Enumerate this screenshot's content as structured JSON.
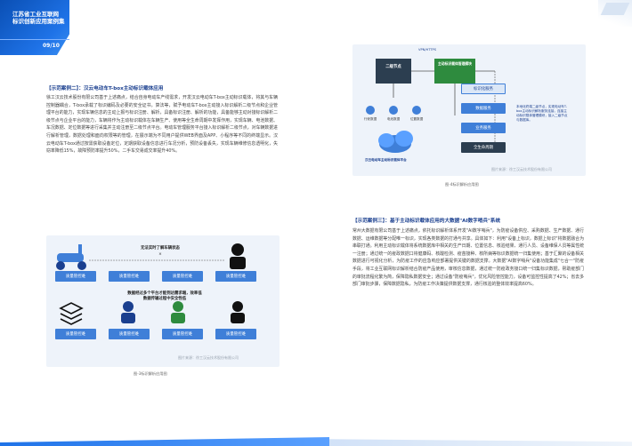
{
  "header": {
    "title_line1": "江苏省工业互联网",
    "title_line2": "标识创新应用案例集",
    "subtitle": "",
    "tag": "",
    "page_number": "09/10"
  },
  "case2": {
    "heading": "【示范案例二】：汉云电动车T-box主动标识载体应用",
    "paragraphs": [
      "徐工汉云技术股份有限公司基于上述痛点，结合自身电动车产线需求，开发汉云电动车T-box主动标识载体，将其与车辆控制器耦合，T-box承载了标识编码及必要的安全证书，算法等，赋予电动车T-box主动接入标识解析二级节点和企业管理平台的能力，实现车辆信息的主动上报与标识注册、解析，具备标识注册、解析的功能，具备能够主动对接标识解析二级节点与企业平台的能力，车辆将作为主动标识载体在车辆生产、使用等全生命周期中发挥作用，实现车辆、电池数据、车况数据、定位数据等进行采集并主动注册至二级节点平台。电动车管理服务平台接入标识解析二级节点，对车辆数据进行解析管理，数据处理和面向权限等的管理，在展示端为不同用户提供WEB界面及APP、小程序等不同的终端显示。汉云电动车T-box通过按需获取设备定位，定期获取设备信息进行车况分析，预防设备丢失，实现车辆维修信息透明化，失窃率降低15%，故障预防率提升50%，二手车交易成交率提升40%。"
    ]
  },
  "fig1": {
    "top_label": "无法实时了解车辆状态",
    "cross": "×",
    "boxes_top": [
      "质量管控难",
      "质量管控难",
      "质量管控难",
      "质量管控难"
    ],
    "mid_label_line1": "数据经过多个平台才能到达需求端，效率低",
    "mid_label_line2": "数据传输过程中安全性低",
    "boxes_bottom": [
      "质量管控难",
      "质量管控难",
      "质量管控难",
      "质量管控难"
    ],
    "source": "图片来源：徐工汉云技术股份有限公司",
    "caption": "图-3标识解析应用图"
  },
  "fig2": {
    "top_right_label": "VPN/HTTPS",
    "left_box": "二级节点",
    "center_box": "主动标识载体管理模块",
    "right_pills": [
      "标识化服务",
      "数据服务",
      "业务服务",
      "全生命周期"
    ],
    "icons": [
      "行驶数据",
      "电池数据",
      "位置数据"
    ],
    "cloud_label": "汉云电动车主动标识载体平台",
    "note": "本地化终端二级节点，实现电动车T-box主动标识解析服务连接，连接主动标识载体管理模块，接入二级节点与数据库。",
    "source": "图片来源：徐工汉云技术股份有限公司",
    "caption": "图-4标识解析应用图"
  },
  "case3": {
    "heading": "【示范案例三】：基于主动标识载体应用的大数据\"AI数字哨兵\"系统",
    "paragraph": "常州大数据有限公司基于上述痛点，依托标识解析体系开发\"AI数字哨兵\"，为防疫设备供应、采购数据、生产数据、通行数据、运维数据等分配唯一标识，实现各类数据的打通与共享。具体如下：利用\"设备上标识，数据上标识\"将数据融合为串联打通。利用主动标识载体将系统数据库中相关的生产日期、位置信息、核验结果、通行人员、设备维保人员等属性统一注册；通过统一的疫政数据口将健康码、核酸检测、疫苗接种、核所病等标识数据统一归集使用；基于汇聚的设备相关数据进行可视化分析，为防疫工作的应急响应部署提供关键的数据支撑。大数据\"AI数字哨兵\"设备功能集成\"七合一\"防疫手段，将工业互联网标识解析结合防疫产品使用，审核信息数据，通过统一防疫政务接口统一归集标识数据，帮助疫部门的审批流程化繁为简，保障隐私数据安全；通过设备\"防疫哨兵\"，优化风险管控能力，设备可监控性提高了42%；省去多部门审批步骤，保障数据隐私，为防疫工作决策提供数据支撑，通行核验的整体效率提高60%。"
  }
}
